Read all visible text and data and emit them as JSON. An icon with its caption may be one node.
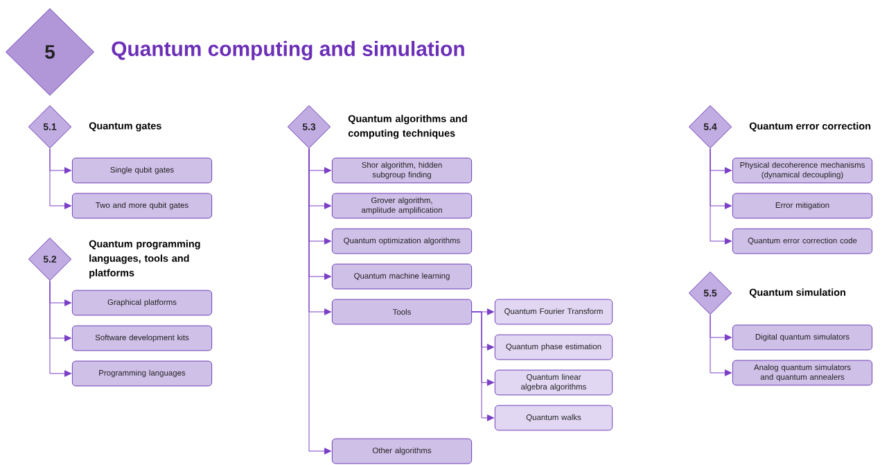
{
  "diagram": {
    "title": "Quantum computing and simulation",
    "nodes": [
      {
        "text": [
          "5"
        ]
      },
      {
        "text": [
          "5.1",
          "Quantum gates"
        ]
      },
      {
        "text": [
          "Single qubit gates"
        ]
      },
      {
        "text": [
          "Two and more qubit gates"
        ]
      },
      {
        "text": [
          "5.2",
          "Quantum programming languages, tools and platforms"
        ]
      },
      {
        "text": [
          "Graphical platforms"
        ]
      },
      {
        "text": [
          "Software development kits"
        ]
      },
      {
        "text": [
          "Programming languages"
        ]
      },
      {
        "text": [
          "5.3",
          "Quantum algorithms and computing techniques"
        ]
      },
      {
        "text": [
          "Shor algorithm, hidden subgroup finding"
        ]
      },
      {
        "text": [
          "Grover algorithm, amplitude amplification"
        ]
      },
      {
        "text": [
          "Quantum optimization algorithms"
        ]
      },
      {
        "text": [
          "Quantum machine learning"
        ]
      },
      {
        "text": [
          "Tools"
        ]
      },
      {
        "text": [
          "Quantum Fourier Transform"
        ]
      },
      {
        "text": [
          "Quantum phase estimation"
        ]
      },
      {
        "text": [
          "Quantum linear algebra algorithms"
        ]
      },
      {
        "text": [
          "Quantum walks"
        ]
      },
      {
        "text": [
          "Other algorithms"
        ]
      },
      {
        "text": [
          "5.4",
          "Quantum error correction"
        ]
      },
      {
        "text": [
          "Physical decoherence mechanisms (dynamical decoupling)"
        ]
      },
      {
        "text": [
          "Error mitigation"
        ]
      },
      {
        "text": [
          "Quantum error correction code"
        ]
      },
      {
        "text": [
          "5.5",
          "Quantum simulation"
        ]
      },
      {
        "text": [
          "Digital quantum simulators"
        ]
      },
      {
        "text": [
          "Analog quantum simulators and quantum annealers"
        ]
      }
    ],
    "edges": [
      {
        "from": 1,
        "to": 2,
        "arrow": "to"
      },
      {
        "from": 1,
        "to": 3,
        "arrow": "to"
      },
      {
        "from": 4,
        "to": 5,
        "arrow": "to"
      },
      {
        "from": 4,
        "to": 6,
        "arrow": "to"
      },
      {
        "from": 4,
        "to": 7,
        "arrow": "to"
      },
      {
        "from": 8,
        "to": 9,
        "arrow": "to"
      },
      {
        "from": 8,
        "to": 10,
        "arrow": "to"
      },
      {
        "from": 8,
        "to": 11,
        "arrow": "to"
      },
      {
        "from": 8,
        "to": 12,
        "arrow": "to"
      },
      {
        "from": 8,
        "to": 13,
        "arrow": "to"
      },
      {
        "from": 8,
        "to": 18,
        "arrow": "to"
      },
      {
        "from": 13,
        "to": 14,
        "arrow": "to"
      },
      {
        "from": 13,
        "to": 15,
        "arrow": "to"
      },
      {
        "from": 13,
        "to": 16,
        "arrow": "to"
      },
      {
        "from": 13,
        "to": 17,
        "arrow": "to"
      },
      {
        "from": 19,
        "to": 20,
        "arrow": "to"
      },
      {
        "from": 19,
        "to": 21,
        "arrow": "to"
      },
      {
        "from": 19,
        "to": 22,
        "arrow": "to"
      },
      {
        "from": 23,
        "to": 24,
        "arrow": "to"
      },
      {
        "from": 23,
        "to": 25,
        "arrow": "to"
      }
    ]
  }
}
